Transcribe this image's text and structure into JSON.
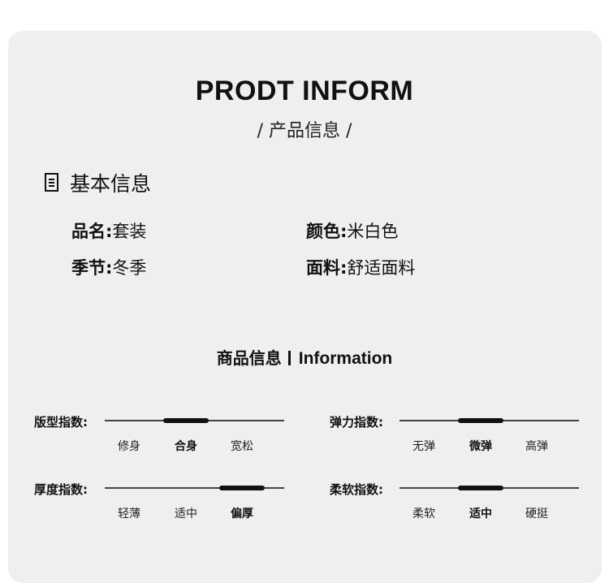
{
  "header": {
    "title": "PRODT INFORM",
    "subtitle": "/ 产品信息 /"
  },
  "basic": {
    "title": "基本信息",
    "icon": "document-icon",
    "fields": [
      {
        "key": "品名:",
        "value": "套装"
      },
      {
        "key": "颜色:",
        "value": "米白色"
      },
      {
        "key": "季节:",
        "value": "冬季"
      },
      {
        "key": "面料:",
        "value": "舒适面料"
      }
    ]
  },
  "info": {
    "title_cn": "商品信息",
    "title_en": "Information"
  },
  "scales": [
    {
      "label": "版型指数:",
      "options": [
        "修身",
        "合身",
        "宽松"
      ],
      "selected": 1
    },
    {
      "label": "弹力指数:",
      "options": [
        "无弹",
        "微弹",
        "高弹"
      ],
      "selected": 1
    },
    {
      "label": "厚度指数:",
      "options": [
        "轻薄",
        "适中",
        "偏厚"
      ],
      "selected": 2
    },
    {
      "label": "柔软指数:",
      "options": [
        "柔软",
        "适中",
        "硬挺"
      ],
      "selected": 1
    }
  ]
}
